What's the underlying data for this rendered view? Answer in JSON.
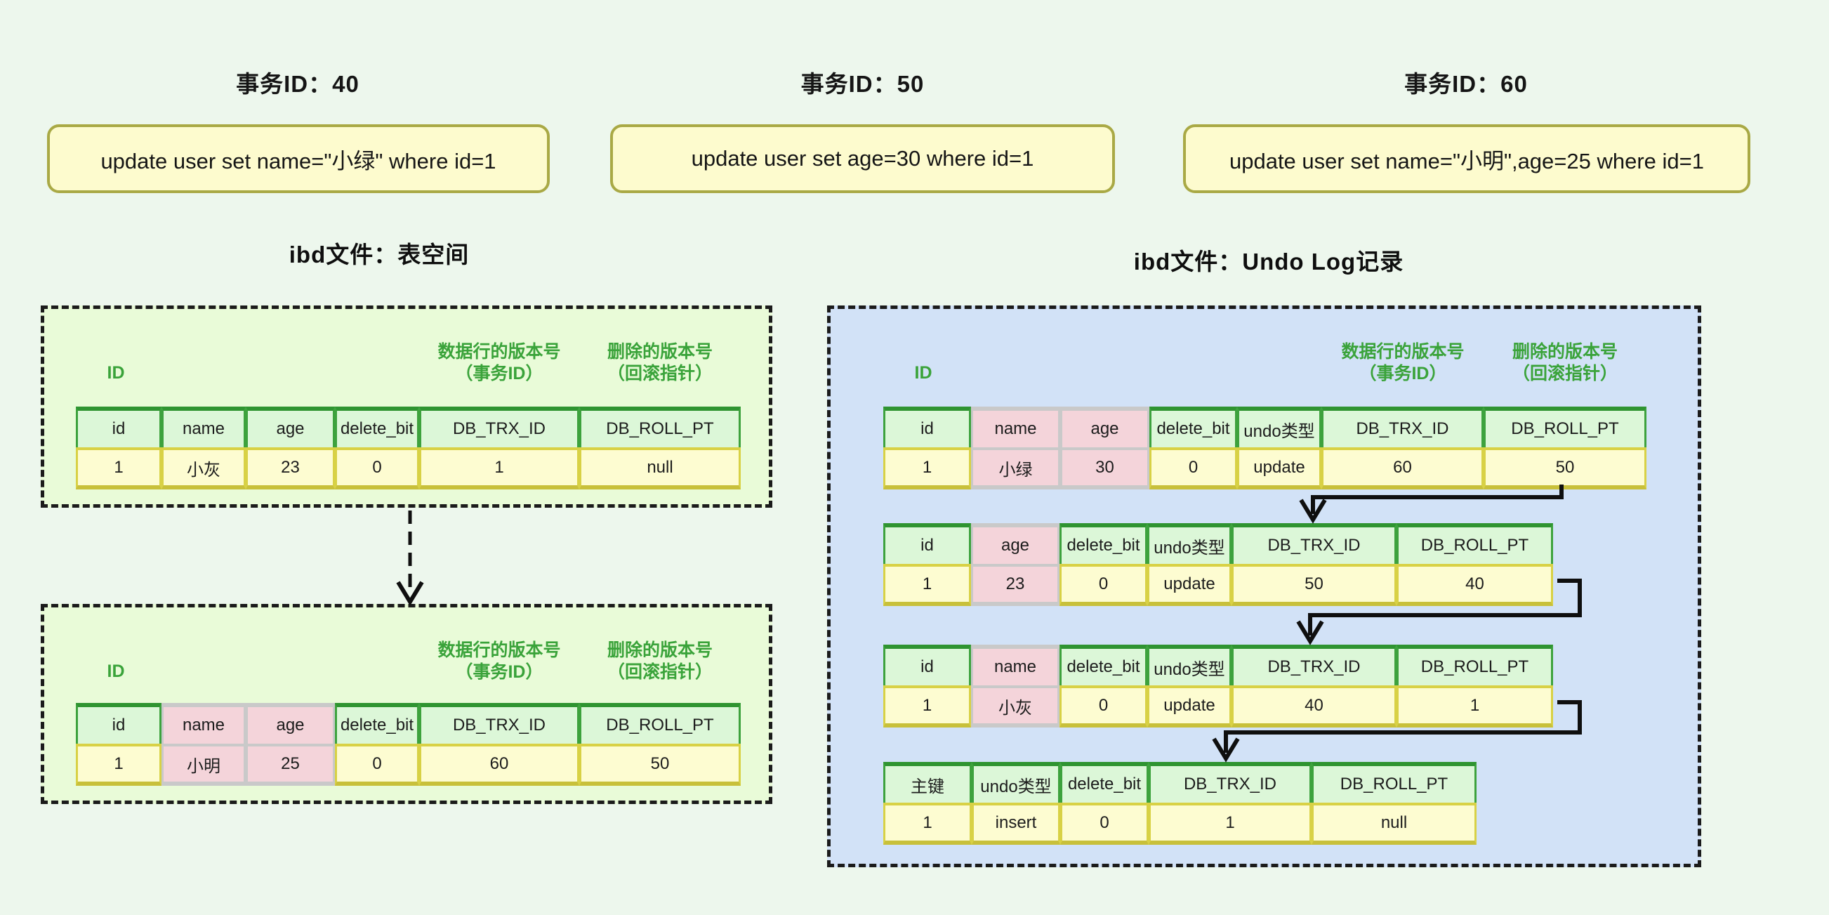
{
  "colors": {
    "page_bg": "#edf7ed",
    "green_box_bg": "#e9fbd8",
    "blue_box_bg": "#d2e2f7",
    "sql_box_bg": "#fdfbce",
    "sql_box_border": "#a9a945",
    "header_cell_bg": "#dcf7d8",
    "header_cell_border": "#3da23d",
    "header_cell_top": "#2f9431",
    "data_cell_bg": "#fdfcd1",
    "data_cell_border": "#d8d145",
    "data_cell_bottom": "#c8c03a",
    "pink_cell_bg": "#f4d4da",
    "pink_cell_border": "#c9c9c9",
    "label_green": "#3aa33a",
    "connector_black": "#0f0f0f",
    "text_dark": "#1c1c1c"
  },
  "transactions": [
    {
      "title": "事务ID：40",
      "sql": "update user set name=\"小绿\" where id=1"
    },
    {
      "title": "事务ID：50",
      "sql": "update user set age=30 where id=1"
    },
    {
      "title": "事务ID：60",
      "sql": "update user set name=\"小明\",age=25 where id=1"
    }
  ],
  "tablespace_section": {
    "title": "ibd文件：表空间",
    "id_label": "ID",
    "trx_label_line1": "数据行的版本号",
    "trx_label_line2": "（事务ID）",
    "roll_label_line1": "删除的版本号",
    "roll_label_line2": "（回滚指针）"
  },
  "undolog_section": {
    "title": "ibd文件：Undo Log记录",
    "id_label": "ID",
    "trx_label_line1": "数据行的版本号",
    "trx_label_line2": "（事务ID）",
    "roll_label_line1": "删除的版本号",
    "roll_label_line2": "（回滚指针）"
  },
  "tables": {
    "space_current": {
      "headers": [
        "id",
        "name",
        "age",
        "delete_bit",
        "DB_TRX_ID",
        "DB_ROLL_PT"
      ],
      "row": [
        "1",
        "小灰",
        "23",
        "0",
        "1",
        "null"
      ]
    },
    "space_updated": {
      "headers": [
        "id",
        "name",
        "age",
        "delete_bit",
        "DB_TRX_ID",
        "DB_ROLL_PT"
      ],
      "row": [
        "1",
        "小明",
        "25",
        "0",
        "60",
        "50"
      ]
    },
    "undo_v3": {
      "headers": [
        "id",
        "name",
        "age",
        "delete_bit",
        "undo类型",
        "DB_TRX_ID",
        "DB_ROLL_PT"
      ],
      "row": [
        "1",
        "小绿",
        "30",
        "0",
        "update",
        "60",
        "50"
      ]
    },
    "undo_v2": {
      "headers": [
        "id",
        "age",
        "delete_bit",
        "undo类型",
        "DB_TRX_ID",
        "DB_ROLL_PT"
      ],
      "row": [
        "1",
        "23",
        "0",
        "update",
        "50",
        "40"
      ]
    },
    "undo_v1": {
      "headers": [
        "id",
        "name",
        "delete_bit",
        "undo类型",
        "DB_TRX_ID",
        "DB_ROLL_PT"
      ],
      "row": [
        "1",
        "小灰",
        "0",
        "update",
        "40",
        "1"
      ]
    },
    "undo_v0": {
      "headers": [
        "主键",
        "undo类型",
        "delete_bit",
        "DB_TRX_ID",
        "DB_ROLL_PT"
      ],
      "row": [
        "1",
        "insert",
        "0",
        "1",
        "null"
      ]
    }
  }
}
